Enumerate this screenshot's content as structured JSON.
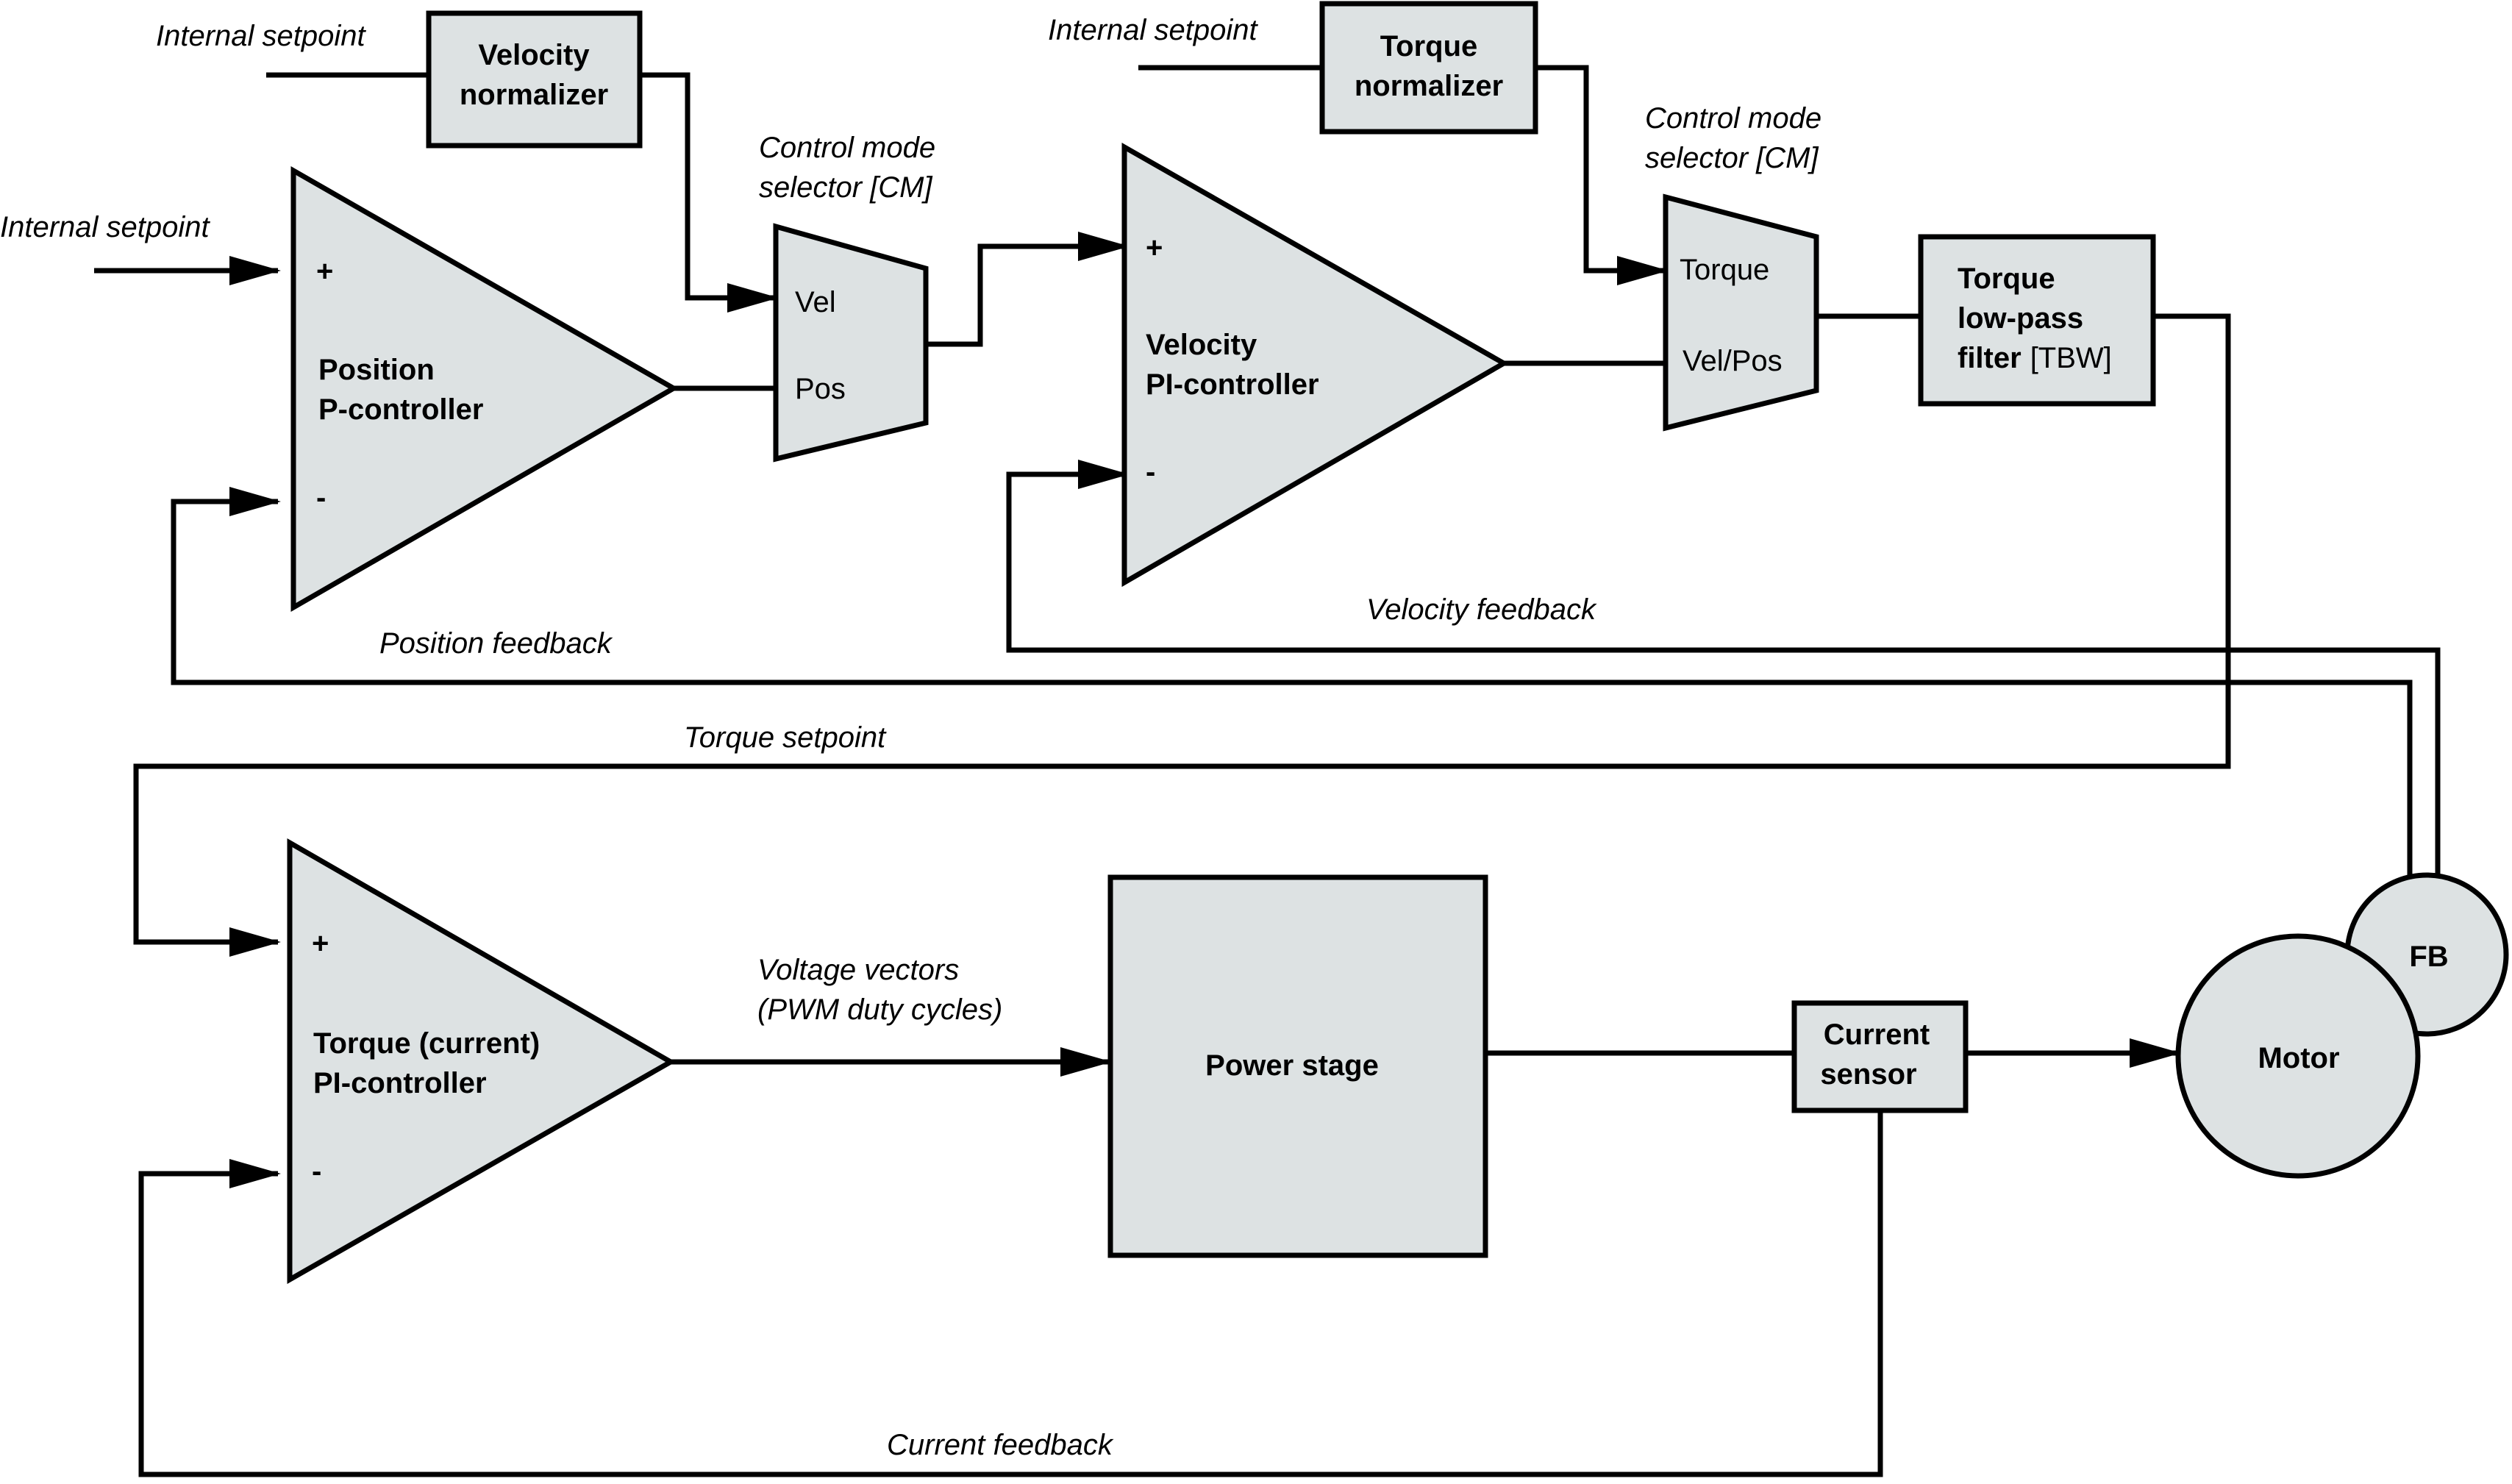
{
  "blocks": {
    "velocity_normalizer": [
      "Velocity",
      "normalizer"
    ],
    "torque_normalizer": [
      "Torque",
      "normalizer"
    ],
    "position_controller": [
      "Position",
      "P-controller"
    ],
    "velocity_controller": [
      "Velocity",
      "PI-controller"
    ],
    "torque_controller": [
      "Torque (current)",
      "PI-controller"
    ],
    "torque_filter_line1": "Torque",
    "torque_filter_line2": "low-pass",
    "torque_filter_line3_bold": "filter",
    "torque_filter_line3_tag": "[TBW]",
    "power_stage": "Power stage",
    "current_sensor": [
      "Current",
      "sensor"
    ],
    "motor": "Motor",
    "feedback_sensor": "FB"
  },
  "selectors": {
    "velocity_mode": {
      "in1": "Vel",
      "in2": "Pos"
    },
    "torque_mode": {
      "in1": "Torque",
      "in2": "Vel/Pos"
    }
  },
  "signs": {
    "plus": "+",
    "minus": "-"
  },
  "labels": {
    "internal_setpoint": "Internal setpoint",
    "control_mode_selector": [
      "Control mode",
      "selector [CM]"
    ],
    "position_feedback": "Position feedback",
    "velocity_feedback": "Velocity feedback",
    "torque_setpoint": "Torque setpoint",
    "voltage_vectors": [
      "Voltage vectors",
      "(PWM duty cycles)"
    ],
    "current_feedback": "Current feedback"
  }
}
